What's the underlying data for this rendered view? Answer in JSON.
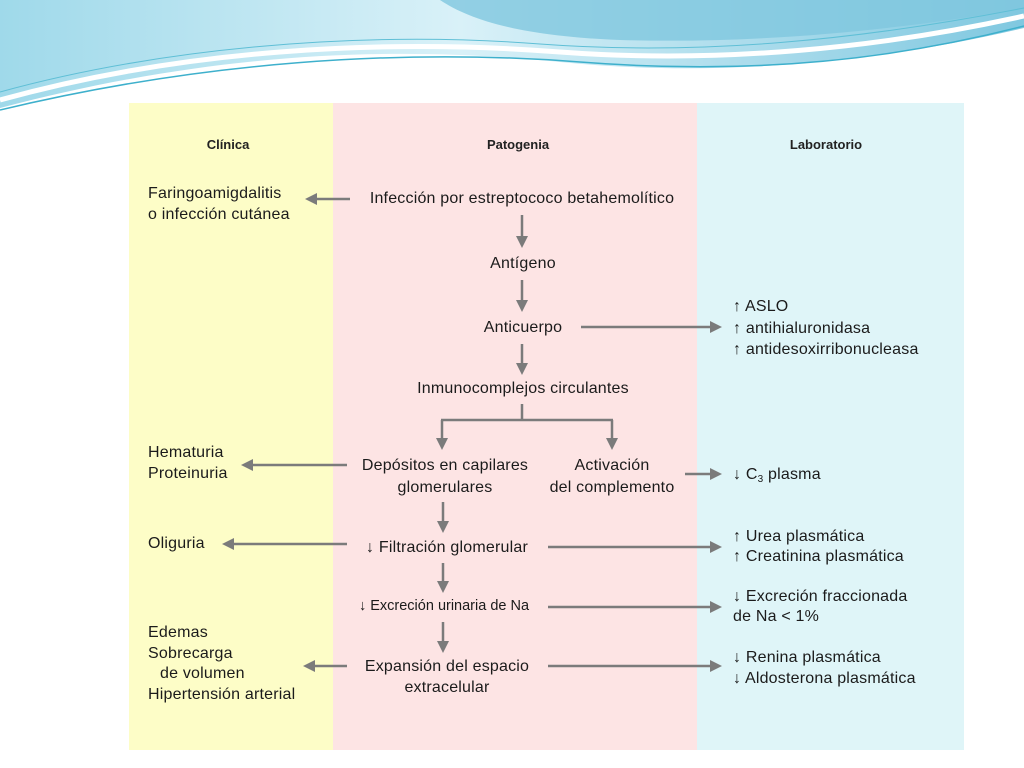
{
  "colors": {
    "clinica_bg": "#fdfdc7",
    "patogenia_bg": "#fde4e4",
    "laboratorio_bg": "#dff5f8",
    "arrow": "#7b7b7b"
  },
  "headers": {
    "clinica": "Clínica",
    "patogenia": "Patogenia",
    "laboratorio": "Laboratorio"
  },
  "clinica": {
    "faringo": [
      "Faringoamigdalitis",
      "o infección cutánea"
    ],
    "hematuria": [
      "Hematuria",
      "Proteinuria"
    ],
    "oliguria": "Oliguria",
    "edemas": [
      "Edemas",
      "Sobrecarga",
      "de volumen",
      "Hipertensión arterial"
    ]
  },
  "patogenia": {
    "infeccion": "Infección por estreptococo betahemolítico",
    "antigeno": "Antígeno",
    "anticuerpo": "Anticuerpo",
    "inmunocomplejos": "Inmunocomplejos circulantes",
    "depositos": [
      "Depósitos en capilares",
      "glomerulares"
    ],
    "activacion": [
      "Activación",
      "del complemento"
    ],
    "filtracion": "↓ Filtración glomerular",
    "excrecion": "↓ Excreción urinaria de Na",
    "expansion": [
      "Expansión del espacio",
      "extracelular"
    ]
  },
  "laboratorio": {
    "anticuerpos": [
      "↑ ASLO",
      "↑ antihialuronidasa",
      "↑ antidesoxirribonucleasa"
    ],
    "c3": {
      "prefix": "↓ C",
      "sub": "3",
      "suffix": " plasma"
    },
    "urea": [
      "↑ Urea plasmática",
      "↑ Creatinina plasmática"
    ],
    "excrecion_fraccionada": [
      "↓ Excreción fraccionada",
      "de Na < 1%"
    ],
    "renina": [
      "↓ Renina plasmática",
      "↓ Aldosterona plasmática"
    ]
  }
}
